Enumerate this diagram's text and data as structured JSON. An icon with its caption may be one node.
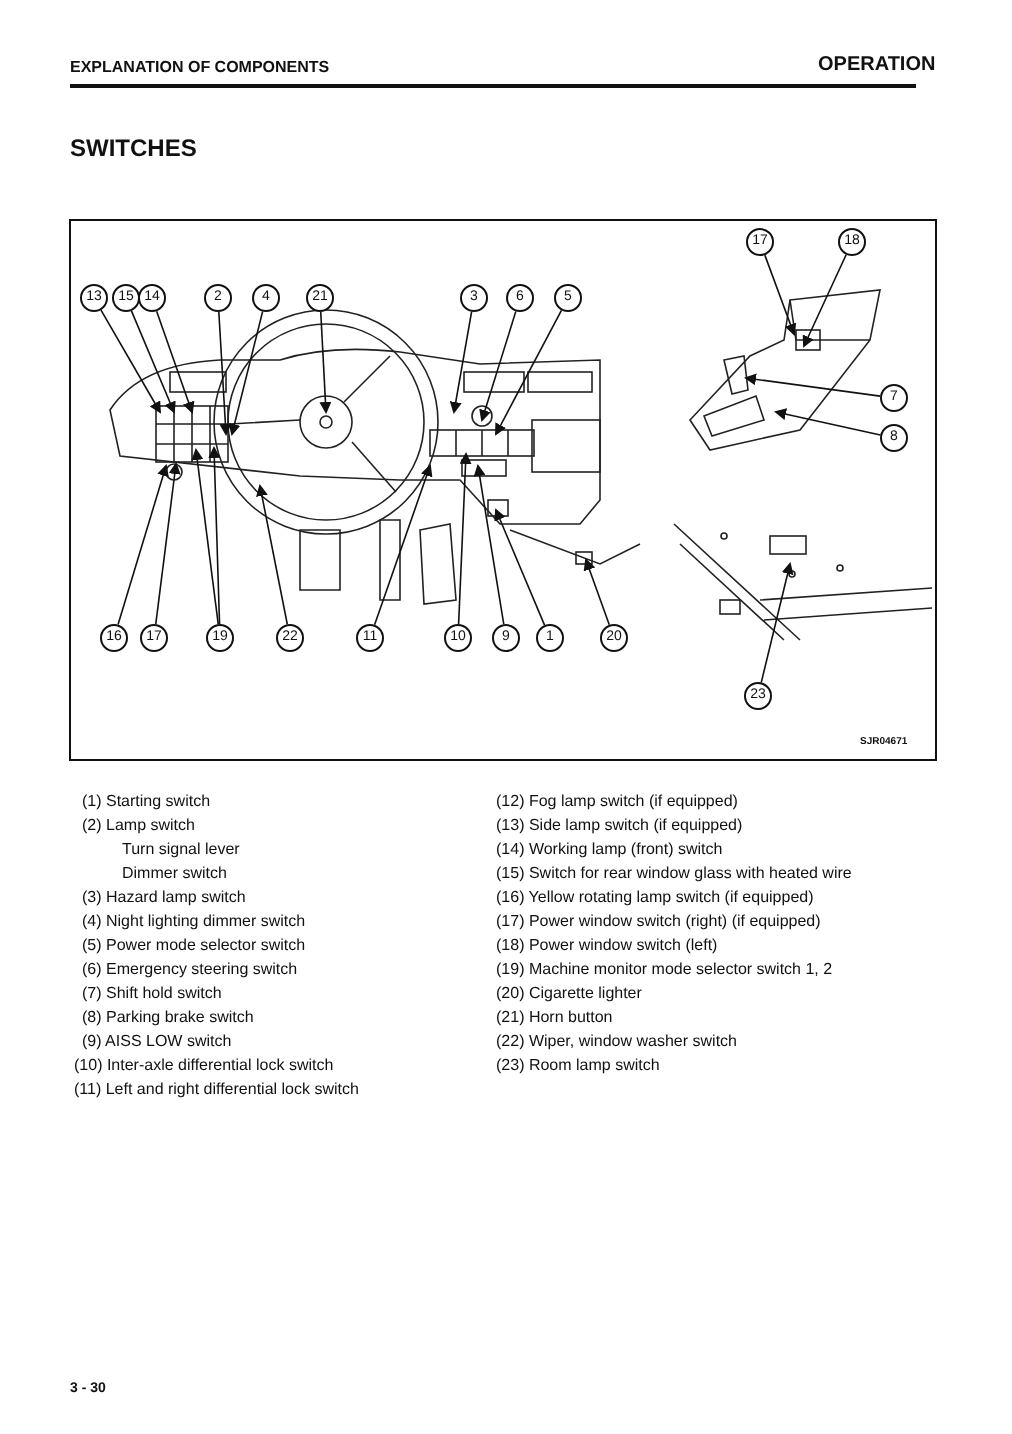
{
  "diagram": {
    "title": "SWITCHES",
    "nodes": [
      {
        "text": [
          "17"
        ]
      },
      {
        "text": [
          "18"
        ]
      },
      {
        "text": [
          "13"
        ]
      },
      {
        "text": [
          "15"
        ]
      },
      {
        "text": [
          "14"
        ]
      },
      {
        "text": [
          "2"
        ]
      },
      {
        "text": [
          "4"
        ]
      },
      {
        "text": [
          "21"
        ]
      },
      {
        "text": [
          "3"
        ]
      },
      {
        "text": [
          "6"
        ]
      },
      {
        "text": [
          "5"
        ]
      },
      {
        "text": [
          "7"
        ]
      },
      {
        "text": [
          "8"
        ]
      },
      {
        "text": [
          "16"
        ]
      },
      {
        "text": [
          "17"
        ]
      },
      {
        "text": [
          "19"
        ]
      },
      {
        "text": [
          "22"
        ]
      },
      {
        "text": [
          "11"
        ]
      },
      {
        "text": [
          "10"
        ]
      },
      {
        "text": [
          "9"
        ]
      },
      {
        "text": [
          "1"
        ]
      },
      {
        "text": [
          "20"
        ]
      },
      {
        "text": [
          "23"
        ]
      }
    ],
    "edges": [
      {
        "from": 0,
        "to": null,
        "arrow": "to"
      },
      {
        "from": 1,
        "to": null,
        "arrow": "to"
      },
      {
        "from": 2,
        "to": null,
        "arrow": "to"
      },
      {
        "from": 3,
        "to": null,
        "arrow": "to"
      },
      {
        "from": 4,
        "to": null,
        "arrow": "to"
      },
      {
        "from": 5,
        "to": null,
        "arrow": "to"
      },
      {
        "from": 6,
        "to": null,
        "arrow": "to"
      },
      {
        "from": 7,
        "to": null,
        "arrow": "to"
      },
      {
        "from": 8,
        "to": null,
        "arrow": "to"
      },
      {
        "from": 9,
        "to": null,
        "arrow": "to"
      },
      {
        "from": 10,
        "to": null,
        "arrow": "to"
      },
      {
        "from": 11,
        "to": null,
        "arrow": "to"
      },
      {
        "from": 12,
        "to": null,
        "arrow": "to"
      },
      {
        "from": 13,
        "to": null,
        "arrow": "to"
      },
      {
        "from": 14,
        "to": null,
        "arrow": "to"
      },
      {
        "from": 15,
        "to": null,
        "arrow": "to"
      },
      {
        "from": 15,
        "to": null,
        "arrow": "to"
      },
      {
        "from": 16,
        "to": null,
        "arrow": "to"
      },
      {
        "from": 17,
        "to": null,
        "arrow": "to"
      },
      {
        "from": 18,
        "to": null,
        "arrow": "to"
      },
      {
        "from": 19,
        "to": null,
        "arrow": "to"
      },
      {
        "from": 20,
        "to": null,
        "arrow": "to"
      },
      {
        "from": 21,
        "to": null,
        "arrow": "to"
      },
      {
        "from": 22,
        "to": null,
        "arrow": "to"
      }
    ],
    "labels": [
      "EXPLANATION OF COMPONENTS",
      "OPERATION",
      "SJR04671",
      "(1) Starting switch",
      "(2) Lamp switch",
      "Turn signal lever",
      "Dimmer switch",
      "(3) Hazard lamp switch",
      "(4) Night lighting dimmer switch",
      "(5) Power mode selector switch",
      "(6) Emergency steering switch",
      "(7) Shift hold switch",
      "(8) Parking brake switch",
      "(9) AISS LOW switch",
      "(10) Inter-axle differential lock switch",
      "(11) Left and right differential lock switch",
      "(12) Fog lamp switch (if equipped)",
      "(13) Side lamp switch (if equipped)",
      "(14) Working lamp (front) switch",
      "(15) Switch for rear window glass with heated wire",
      "(16) Yellow rotating lamp switch (if equipped)",
      "(17) Power window switch (right) (if equipped)",
      "(18) Power window switch (left)",
      "(19) Machine monitor mode selector switch 1, 2",
      "(20) Cigarette lighter",
      "(21) Horn button",
      "(22) Wiper, window washer switch",
      "(23) Room lamp switch",
      "3 - 30"
    ]
  }
}
